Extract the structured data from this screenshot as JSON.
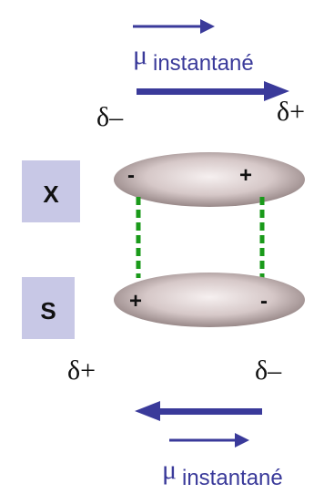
{
  "top": {
    "mu_symbol": "μ",
    "mu_subscript": "instantané",
    "delta_left": "δ–",
    "delta_right": "δ+"
  },
  "molecule_x": {
    "label": "X",
    "sign_left": "-",
    "sign_right": "+"
  },
  "molecule_s": {
    "label": "S",
    "sign_left": "+",
    "sign_right": "-"
  },
  "bottom": {
    "delta_left": "δ+",
    "delta_right": "δ–",
    "mu_symbol": "μ",
    "mu_subscript": "instantané"
  },
  "colors": {
    "arrow": "#3a3a9a",
    "bond": "#1a9a1a",
    "label_box": "#c8c8e6",
    "ellipse_light": "#f4eeee",
    "ellipse_dark": "#8a7a7a"
  }
}
